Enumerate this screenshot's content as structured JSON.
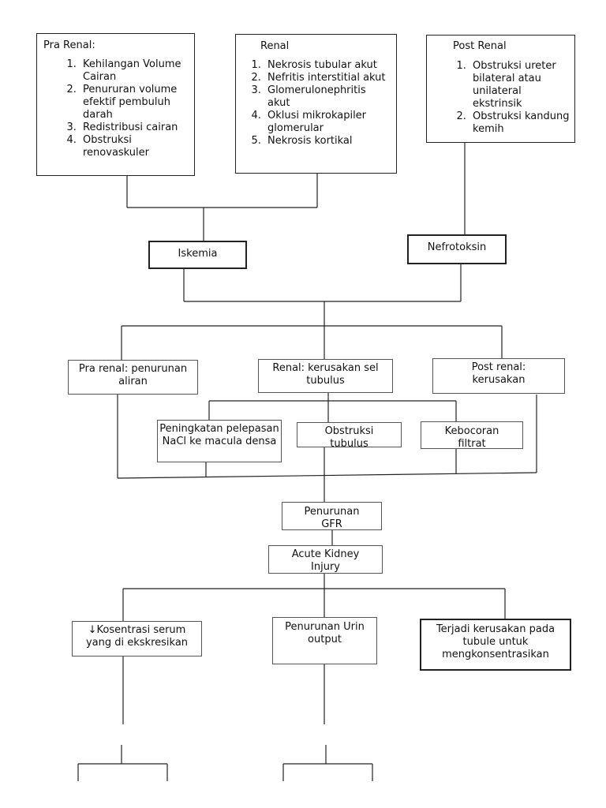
{
  "causes": {
    "pra_renal": {
      "title": "Pra Renal:",
      "items": [
        "Kehilangan Volume Cairan",
        "Penururan volume efektif pembuluh darah",
        "Redistribusi cairan",
        "Obstruksi renovaskuler"
      ]
    },
    "renal": {
      "title": "Renal",
      "items": [
        "Nekrosis tubular akut",
        "Nefritis interstitial akut",
        "Glomerulonephritis akut",
        "Oklusi mikrokapiler glomerular",
        "Nekrosis kortikal"
      ]
    },
    "post_renal": {
      "title": "Post Renal",
      "items": [
        "Obstruksi ureter bilateral atau unilateral ekstrinsik",
        "Obstruksi kandung kemih"
      ]
    }
  },
  "mechanisms": {
    "iskemia": "Iskemia",
    "nefrotoksin": "Nefrotoksin"
  },
  "types": {
    "pra_renal": "Pra renal: penurunan aliran",
    "renal": "Renal: kerusakan sel tubulus",
    "post_renal": "Post renal: kerusakan"
  },
  "effects": {
    "nacl": "Peningkatan pelepasan NaCl ke macula densa",
    "obstruksi": "Obstruksi tubulus",
    "kebocoran": "Kebocoran filtrat"
  },
  "outcome": {
    "gfr": "Penurunan GFR",
    "aki": "Acute Kidney Injury"
  },
  "consequences": {
    "kosentrasi": "↓Kosentrasi serum yang di ekskresikan",
    "urin": "Penurunan Urin output",
    "tubule": "Terjadi kerusakan pada tubule untuk mengkonsentrasikan"
  }
}
